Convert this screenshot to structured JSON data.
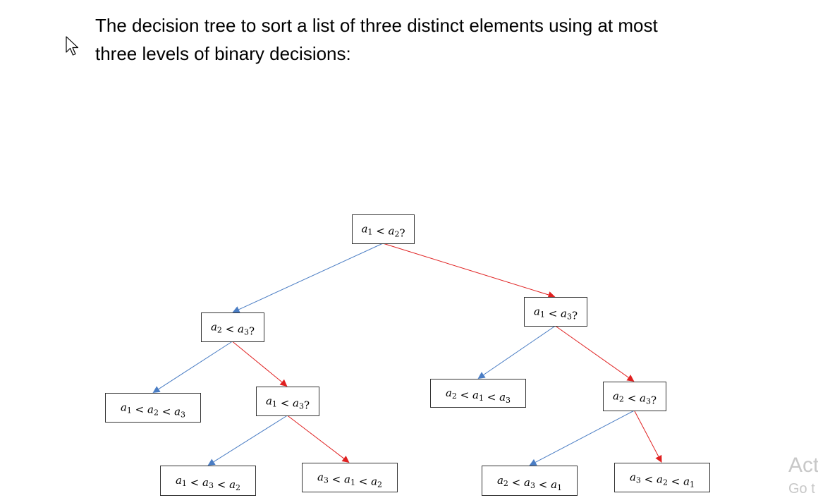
{
  "intro": {
    "line1": "The decision tree to sort a list of three distinct elements using at most",
    "line2": "three levels of binary decisions:"
  },
  "colors": {
    "yes_edge": "#4a7dc4",
    "no_edge": "#e02020"
  },
  "tree": {
    "nodes": [
      {
        "id": "root",
        "kind": "question",
        "parts": [
          "a",
          "1",
          " < ",
          "a",
          "2",
          "?"
        ]
      },
      {
        "id": "n-l",
        "kind": "question",
        "parts": [
          "a",
          "2",
          " < ",
          "a",
          "3",
          "?"
        ]
      },
      {
        "id": "n-r",
        "kind": "question",
        "parts": [
          "a",
          "1",
          " < ",
          "a",
          "3",
          "?"
        ]
      },
      {
        "id": "leaf-123",
        "kind": "leaf",
        "parts": [
          "a",
          "1",
          " < ",
          "a",
          "2",
          " < ",
          "a",
          "3"
        ]
      },
      {
        "id": "n-lr",
        "kind": "question",
        "parts": [
          "a",
          "1",
          " < ",
          "a",
          "3",
          "?"
        ]
      },
      {
        "id": "leaf-213",
        "kind": "leaf",
        "parts": [
          "a",
          "2",
          " < ",
          "a",
          "1",
          " < ",
          "a",
          "3"
        ]
      },
      {
        "id": "n-rr",
        "kind": "question",
        "parts": [
          "a",
          "2",
          " < ",
          "a",
          "3",
          "?"
        ]
      },
      {
        "id": "leaf-132",
        "kind": "leaf",
        "parts": [
          "a",
          "1",
          " < ",
          "a",
          "3",
          " < ",
          "a",
          "2"
        ]
      },
      {
        "id": "leaf-312",
        "kind": "leaf",
        "parts": [
          "a",
          "3",
          " < ",
          "a",
          "1",
          " < ",
          "a",
          "2"
        ]
      },
      {
        "id": "leaf-231",
        "kind": "leaf",
        "parts": [
          "a",
          "2",
          " < ",
          "a",
          "3",
          " < ",
          "a",
          "1"
        ]
      },
      {
        "id": "leaf-321",
        "kind": "leaf",
        "parts": [
          "a",
          "3",
          " < ",
          "a",
          "2",
          " < ",
          "a",
          "1"
        ]
      }
    ],
    "edges": [
      {
        "from": "root",
        "to": "n-l",
        "branch": "yes"
      },
      {
        "from": "root",
        "to": "n-r",
        "branch": "no"
      },
      {
        "from": "n-l",
        "to": "leaf-123",
        "branch": "yes"
      },
      {
        "from": "n-l",
        "to": "n-lr",
        "branch": "no"
      },
      {
        "from": "n-r",
        "to": "leaf-213",
        "branch": "yes"
      },
      {
        "from": "n-r",
        "to": "n-rr",
        "branch": "no"
      },
      {
        "from": "n-lr",
        "to": "leaf-132",
        "branch": "yes"
      },
      {
        "from": "n-lr",
        "to": "leaf-312",
        "branch": "no"
      },
      {
        "from": "n-rr",
        "to": "leaf-231",
        "branch": "yes"
      },
      {
        "from": "n-rr",
        "to": "leaf-321",
        "branch": "no"
      }
    ]
  },
  "watermark": {
    "line1": "Act",
    "line2": "Go t"
  }
}
